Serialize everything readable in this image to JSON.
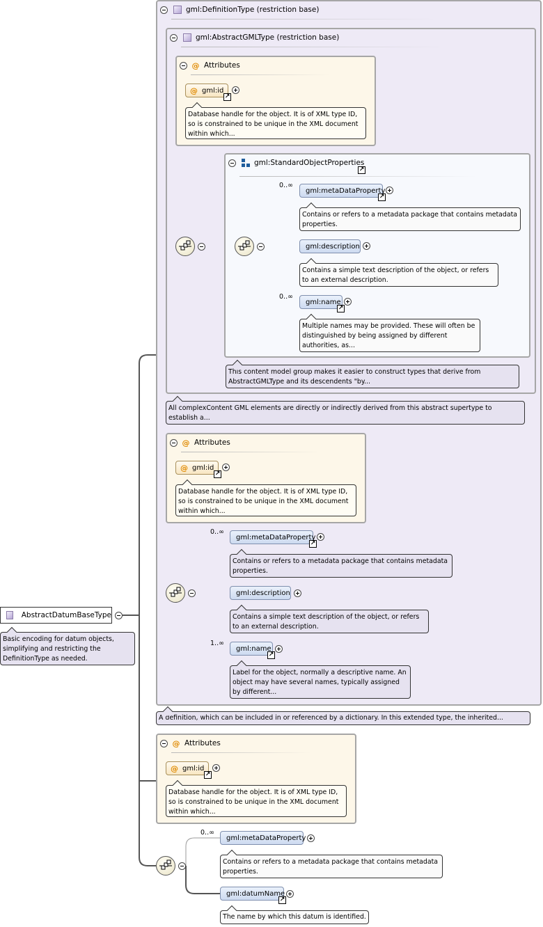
{
  "root": {
    "name": "AbstractDatumBaseType",
    "note": "Basic encoding for datum objects, simplifying and restricting the DefinitionType as needed."
  },
  "definition_type": {
    "title": "gml:DefinitionType (restriction base)",
    "note": "A definition, which can be included in or referenced by a dictionary. In this extended type, the inherited..."
  },
  "abstract_gml_type": {
    "title": "gml:AbstractGMLType (restriction base)",
    "note": "All complexContent GML elements are directly or indirectly derived from this abstract supertype to establish a..."
  },
  "attributes_label": "Attributes",
  "attr_id": {
    "name": "gml:id",
    "note": "Database handle for the object. It is of XML type ID, so is constrained to be unique in the XML document within which..."
  },
  "standard_object_properties": {
    "title": "gml:StandardObjectProperties",
    "note": "This content model group makes it easier to construct types that derive from AbstractGMLType and its descendents \"by..."
  },
  "elements": {
    "metadata_property": {
      "name": "gml:metaDataProperty",
      "note": "Contains or refers to a metadata package that contains metadata properties."
    },
    "description": {
      "name": "gml:description",
      "note": "Contains a simple text description of the object, or refers to an external description."
    },
    "name_inner": {
      "name": "gml:name",
      "note": "Multiple names may be provided. These will often be distinguished by being assigned by different authorities, as..."
    },
    "name_outer": {
      "name": "gml:name",
      "note": "Label for the object, normally a descriptive name. An object may have several names, typically assigned by different..."
    },
    "datum_name": {
      "name": "gml:datumName",
      "note": "The name by which this datum is identified."
    }
  },
  "cardinality": {
    "zero_many": "0..∞",
    "one_many": "1..∞"
  },
  "icons": {
    "collapse": "minus-circle-icon",
    "expand": "plus-circle-icon",
    "type": "complex-type-icon",
    "attribute": "attribute-at-icon",
    "reference": "reference-arrow-icon",
    "sequence": "sequence-compositor-icon",
    "group": "model-group-icon"
  },
  "colors": {
    "type_panel": "#eeeaf6",
    "attribute_panel": "#fdf7e9",
    "element_fill": "#cddaf0",
    "note_fill": "#e6e2f0",
    "attribute_icon": "#e08a00"
  }
}
